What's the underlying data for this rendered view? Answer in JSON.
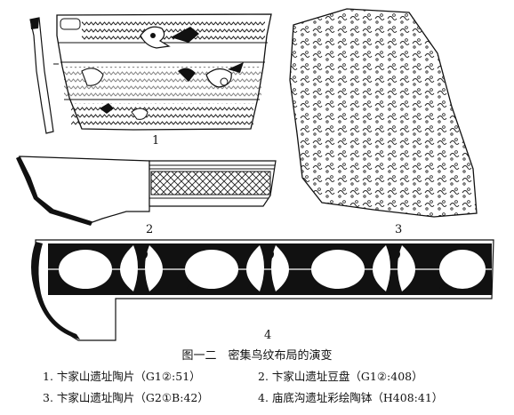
{
  "figure": {
    "panel_labels": [
      "1",
      "2",
      "3",
      "4"
    ],
    "title": "图一二　密集鸟纹布局的演变",
    "captions": [
      "1. 卞家山遗址陶片（G1②:51）",
      "2. 卞家山遗址豆盘（G1②:408）",
      "3. 卞家山遗址陶片（G2①B:42）",
      "4. 庙底沟遗址彩绘陶钵（H408:41）"
    ]
  }
}
